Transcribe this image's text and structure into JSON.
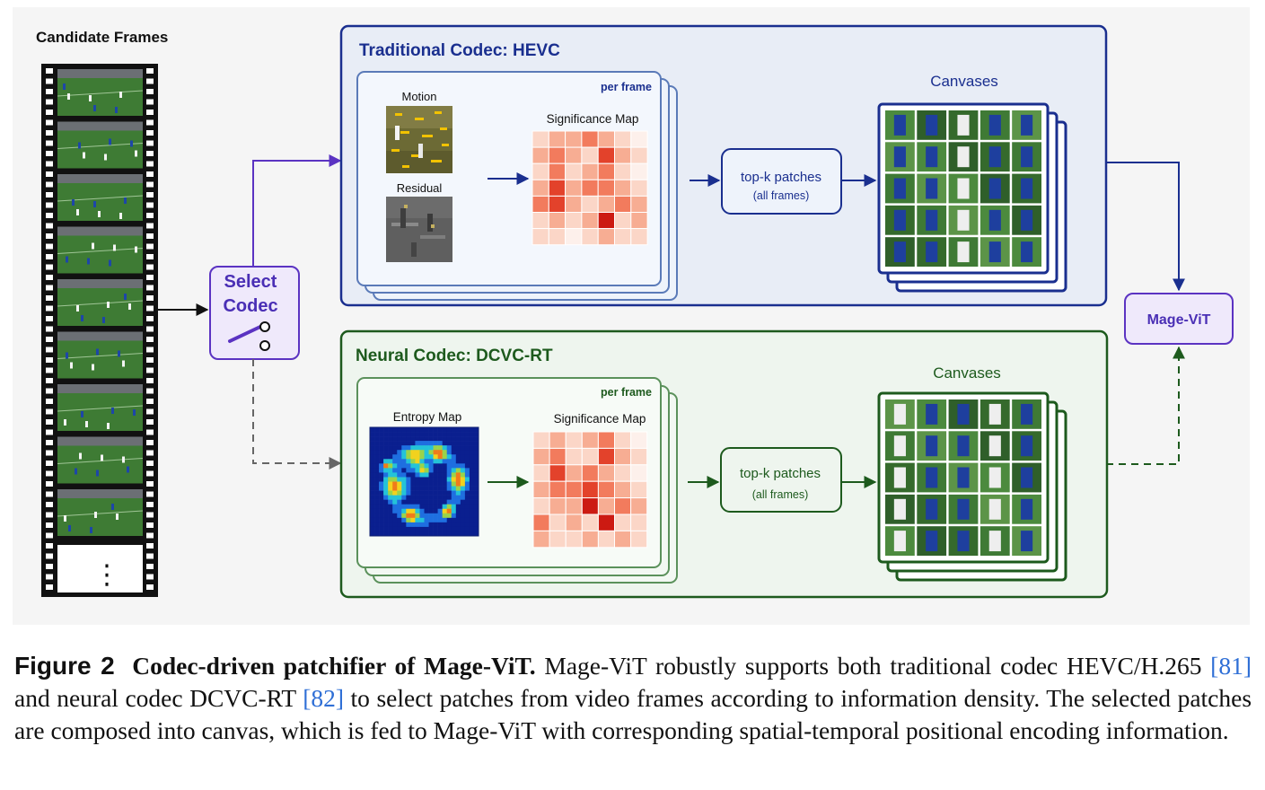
{
  "film": {
    "title": "Candidate Frames",
    "more": "⋮"
  },
  "select": {
    "line1": "Select",
    "line2": "Codec"
  },
  "hevc": {
    "title": "Traditional Codec: HEVC",
    "per_frame": "per frame",
    "motion": "Motion",
    "residual": "Residual",
    "sigmap": "Significance Map",
    "topk": "top-k patches",
    "topk_sub": "(all frames)",
    "canvases": "Canvases"
  },
  "dcvc": {
    "title": "Neural Codec: DCVC-RT",
    "per_frame": "per frame",
    "entropy": "Entropy Map",
    "sigmap": "Significance Map",
    "topk": "top-k patches",
    "topk_sub": "(all frames)",
    "canvases": "Canvases"
  },
  "mage": {
    "label": "Mage-ViT"
  },
  "colors": {
    "hevc_dark": "#1a2f8f",
    "hevc_fill": "#e8edf6",
    "dcvc_dark": "#1d5a1d",
    "dcvc_fill": "#eef5ee",
    "purple": "#5b33c2",
    "purple_fill": "#efe9fb"
  },
  "caption": {
    "label": "Figure 2",
    "bold": "Codec-driven patchifier of Mage-ViT.",
    "t1": "Mage-ViT robustly supports both traditional codec HEVC/H.265",
    "ref1": "[81]",
    "t2": "and neural codec DCVC-RT",
    "ref2": "[82]",
    "t3": "to select patches from video frames according to information density. The selected patches are composed into canvas, which is fed to Mage-ViT with corresponding spatial-temporal positional encoding information."
  }
}
